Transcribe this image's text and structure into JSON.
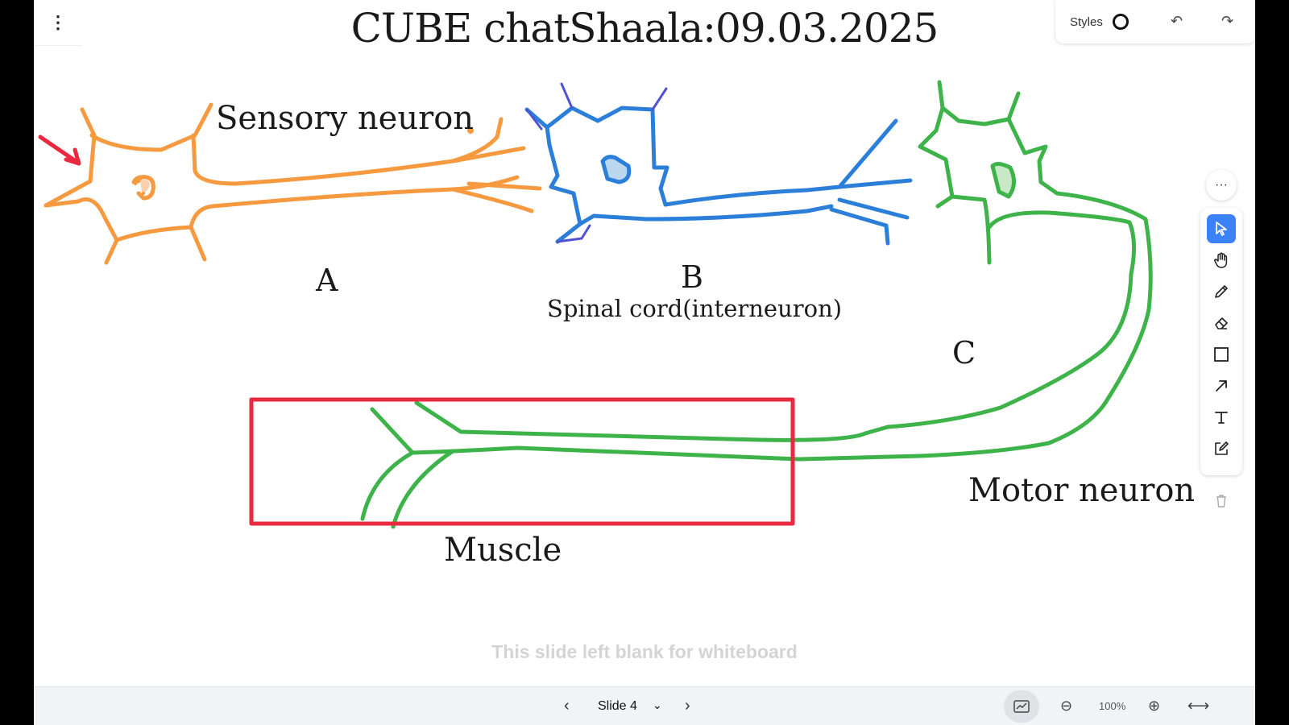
{
  "header": {
    "menu_icon": "kebab-menu-icon",
    "title": "CUBE chatShaala:09.03.2025"
  },
  "styles_panel": {
    "label": "Styles",
    "undo_icon": "undo-icon",
    "redo_icon": "redo-icon"
  },
  "drawing": {
    "labels": {
      "sensory": "Sensory neuron",
      "a": "A",
      "b": "B",
      "spinal": "Spinal cord(interneuron)",
      "c": "C",
      "motor": "Motor neuron",
      "muscle": "Muscle"
    },
    "colors": {
      "sensory": "#f6993f",
      "interneuron": "#2b7fd9",
      "motor": "#3db34a",
      "muscle_box": "#e8293f",
      "arrow": "#e8293f"
    }
  },
  "toolbar": {
    "more_icon": "more-horizontal-icon",
    "tools": [
      "select-tool",
      "hand-tool",
      "pencil-tool",
      "eraser-tool",
      "rectangle-tool",
      "arrow-tool",
      "text-tool",
      "note-tool"
    ],
    "active": "select-tool",
    "delete_icon": "trash-icon"
  },
  "watermark": "This slide left blank for whiteboard",
  "bottom_bar": {
    "slide_label": "Slide 4",
    "zoom": "100%"
  }
}
